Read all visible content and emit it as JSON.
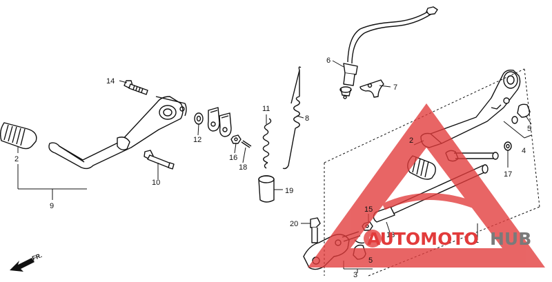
{
  "diagram": {
    "direction_label": "FR.",
    "callouts": {
      "c1": "1",
      "c2a": "2",
      "c2b": "2",
      "c3": "3",
      "c4": "4",
      "c5a": "5",
      "c5b": "5",
      "c6": "6",
      "c7": "7",
      "c8": "8",
      "c9": "9",
      "c10": "10",
      "c11": "11",
      "c12": "12",
      "c13": "13",
      "c14": "14",
      "c15": "15",
      "c16": "16",
      "c17": "17",
      "c18": "18",
      "c19": "19",
      "c20": "20"
    }
  },
  "watermark": {
    "part_a": "AUTOMOTO",
    "part_b": "HUB",
    "accent_color": "#e23b3b",
    "secondary_color": "#7a7a7a"
  }
}
